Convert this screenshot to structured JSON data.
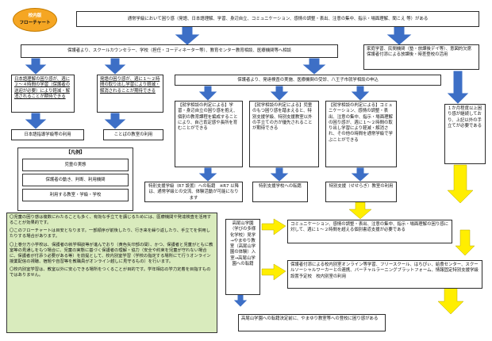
{
  "header": {
    "title_line1": "校内版",
    "title_line2": "フローチャート",
    "badge_color": "#f5a623"
  },
  "boxes": {
    "top_main": "通常学級において困り感（発語、日本語理解、学習、身辺自立、コミュニケーション、感情の調整・表出、注意の集中、指示・場面理解、聞こえ 等）がある",
    "consult": "保護者より、スクールカウンセラー、学校（担任・コーディネーター等）、教育センター教育相談、医療機関等へ相談",
    "home_env": "家庭学習、民間機関（塾・放課後デイ等）、意図的欠席　保護者付添による放課後・時差登校の活用",
    "japanese": "日本語理解の困り感が、週に２〜４時間の学習（保護者の送迎が必要）により軽減・解消されることが期待できる",
    "speech": "発語の困り感が、週に１〜２時間の取り出し学習により軽減・解消されることが期待できる",
    "japanese_class": "日本語指導学級等の利用",
    "speech_class": "ことばの教室の利用",
    "parent_apply": "保護者より、発達検査の実施、医療機関の受診、八王子市就学相談の申込",
    "legend_title": "【凡例】",
    "legend_1": "児童の実態",
    "legend_2": "保護者の動き、判断、利用機関",
    "legend_3": "利用する教室・学級・学校",
    "judge1": "【就学相談の判定による】学習・身辺自立の困り感を抱え、個別の教育課程を編成することにより、自己肯定感や長所を育むことができる",
    "judge2": "【就学相談の判定による】児童のもつ困り感を踏まえると、特別支援学級、特別支援教室以外の手立ての方が優先されることが期待できる",
    "judge3": "【就学相談の判定による】コミュニケーション、感情の調整・表出、注意の集中、指示・場面理解の困り感が、週に１〜２時間の取り出し学習により軽減・解消され、その他の時間を通常学級で学ぶことができる",
    "one_month": "１か月程度以上困り感が継続しており、上記以外の手立てが必要である",
    "special_class": "特別支援学級（R7 設置）への転籍　※R7 以降は、通常学級との交流、体験活動が可能になります",
    "special_school": "特別支援学校への転籍",
    "sesera": "特別支援（せせらぎ）教室の利用",
    "notes_1": "〇児童の困り感は複数にわたることも多く、有効な手立てを講じるためには、医療機関や発達検査を活用することが効果的です。",
    "notes_2": "〇このフローチャートは目安となります。一部順序が前後したり、行き来を繰り返したり、手立てを併用したりする場合があります。",
    "notes_3": "〇上巻分方小学校は、保護者の就学相談等が進んでおり（黄色矢印部の間）、かつ、保護者と児童がともに教室等の見通しをもつ場合に、児童の実態に基づく保護者の理解・協力（安全や約束を児童が守れない場合に、保護者が付添う必要がある等）を前提として、校内別室学習（学校の指定する場所にて行うオンライン授業配信の視聴、宿題や自習等を教職員がオンライン越しに見守るもの）を行います。",
    "notes_4": "〇校内別室学習は、教室以外に安心できる場所をつくることが目的です。学年相応の学力定着を目指すものではありません。",
    "koko": "高尾山学園（学びの多様化学校）見学→やまゆり教室（高尾山学園の体験）入室→高尾山学園への転籍",
    "comm_box": "コミュニケーション、感情の調整・表出、注意の集中、指示・場面理解の困り感に対して、週に１〜２時間を超える個別書道支援が必要である",
    "online": "保護者付添による校内別室オンライン等学習、フリースクール、はちぴぃ、給食センター、スクールソーシャルワーカーとの連携、バーチャルラーニングプラットフォーム、情報固定特別支援学級設置予定校　校内別室の利用",
    "bottom": "高尾山学園への転籍決定前に、やまゆり教室等への登校に困り感がある"
  },
  "colors": {
    "arrow_blue": "#3d6fc6",
    "arrow_yellow": "#ffee00",
    "notes_bg": "#d9ebbd"
  }
}
